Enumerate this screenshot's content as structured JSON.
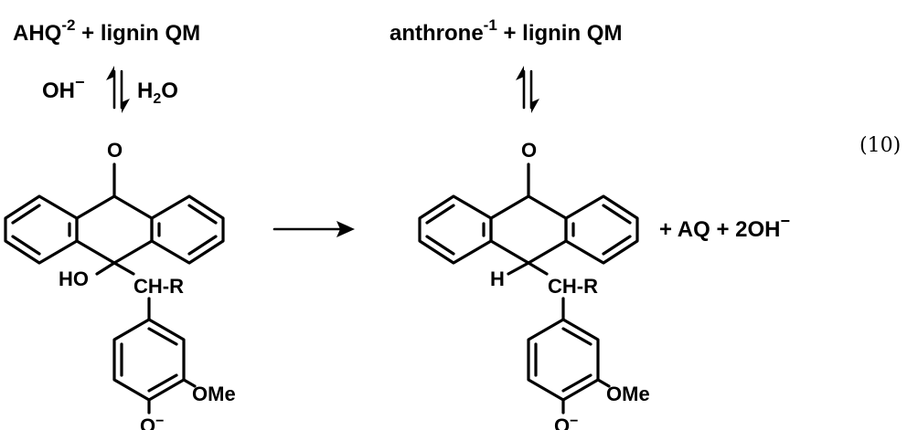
{
  "reaction": {
    "left_reactants": {
      "main": "AHQ",
      "charge": "-2",
      "rest": " + lignin QM"
    },
    "right_reactants": {
      "main": "anthrone",
      "charge": "-1",
      "rest": " + lignin QM"
    },
    "equilibrium_left": {
      "reagent_left": "OH",
      "reagent_left_charge": "−",
      "reagent_right_a": "H",
      "reagent_right_sub": "2",
      "reagent_right_b": "O"
    },
    "equation_number": "(10)",
    "products_extra": {
      "text": "+ AQ + 2OH",
      "charge": "−"
    }
  },
  "adduct": {
    "carbonyl_O": "O",
    "hydroxyl": "HO",
    "side_chain": "CH-R",
    "methoxy": "OMe",
    "phenolate": "O",
    "phenolate_charge": "−"
  },
  "product": {
    "carbonyl_O": "O",
    "hydrogen": "H",
    "side_chain": "CH-R",
    "methoxy": "OMe",
    "phenolate": "O",
    "phenolate_charge": "−"
  }
}
